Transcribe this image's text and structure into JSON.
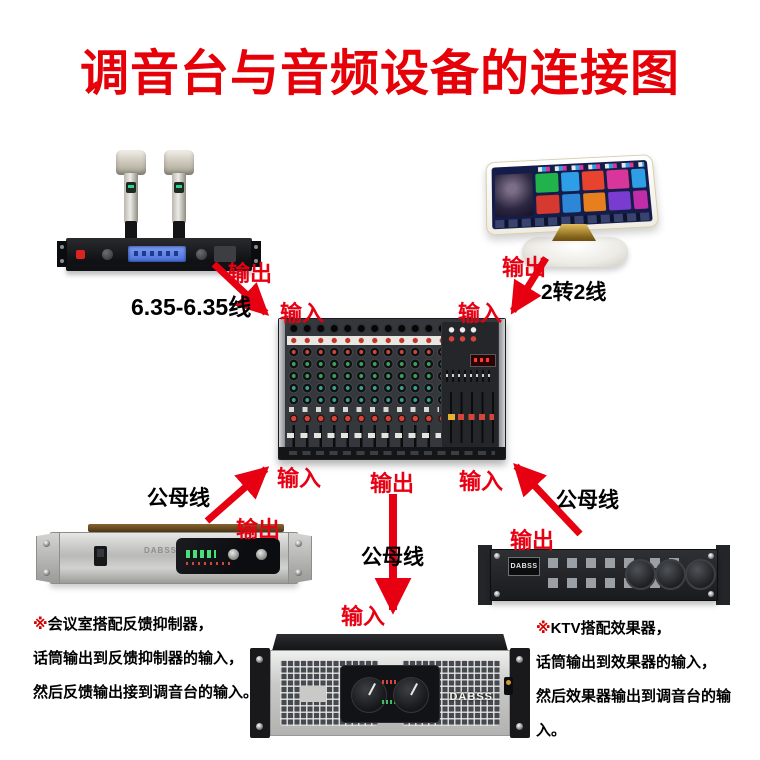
{
  "title": "调音台与音频设备的连接图",
  "colors": {
    "accent_red": "#e60012",
    "text_black": "#000000"
  },
  "flow": {
    "mic_output": "输出",
    "mic_input": "输入",
    "mic_cable": "6.35-6.35线",
    "screen_output": "输出",
    "screen_input": "输入",
    "screen_cable": "2转2线",
    "suppressor_output": "输出",
    "suppressor_input": "输入",
    "suppressor_cable": "公母线",
    "effects_output": "输出",
    "effects_input": "输入",
    "effects_cable": "公母线",
    "amp_output": "输出",
    "amp_input": "输入",
    "amp_cable": "公母线"
  },
  "devices": {
    "amp_brand": "DABSS",
    "effects_brand": "DABSS",
    "suppressor_brand": "DABSS"
  },
  "notes": {
    "left": {
      "marker": "※",
      "line1": "会议室搭配反馈抑制器，",
      "line2": "话筒输出到反馈抑制器的输入，",
      "line3": "然后反馈输出接到调音台的输入。"
    },
    "right": {
      "marker": "※",
      "line1": "KTV搭配效果器，",
      "line2": "话筒输出到效果器的输入，",
      "line3": "然后效果器输出到调音台的输入。"
    }
  }
}
